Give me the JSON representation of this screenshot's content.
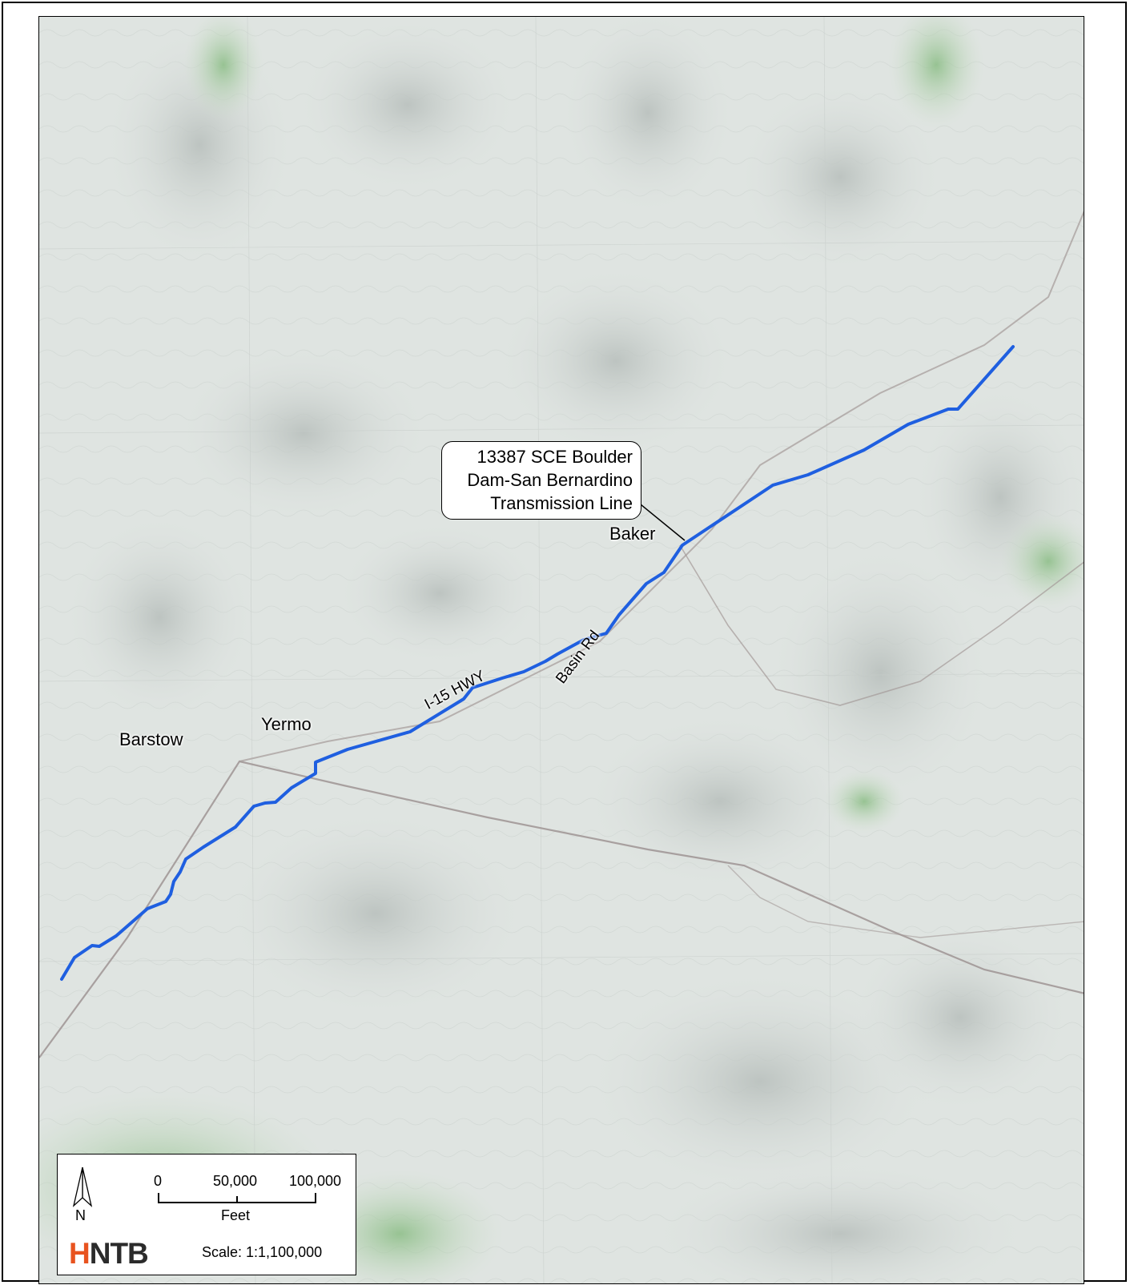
{
  "map": {
    "callout_lines": [
      "13387 SCE Boulder",
      "Dam-San Bernardino",
      "Transmission Line"
    ],
    "places": {
      "barstow": "Barstow",
      "yermo": "Yermo",
      "baker": "Baker"
    },
    "roads": {
      "i15": "I-15 HWY",
      "basin": "Basin Rd"
    },
    "route_color": "#1f5fe0",
    "basemap_color": "#dfe4e1"
  },
  "legend": {
    "north_label": "N",
    "scale_ticks": [
      "0",
      "50,000",
      "100,000"
    ],
    "scale_unit": "Feet",
    "scale_text": "Scale: 1:1,100,000",
    "logo_main": "NTB",
    "logo_accent": "H"
  }
}
